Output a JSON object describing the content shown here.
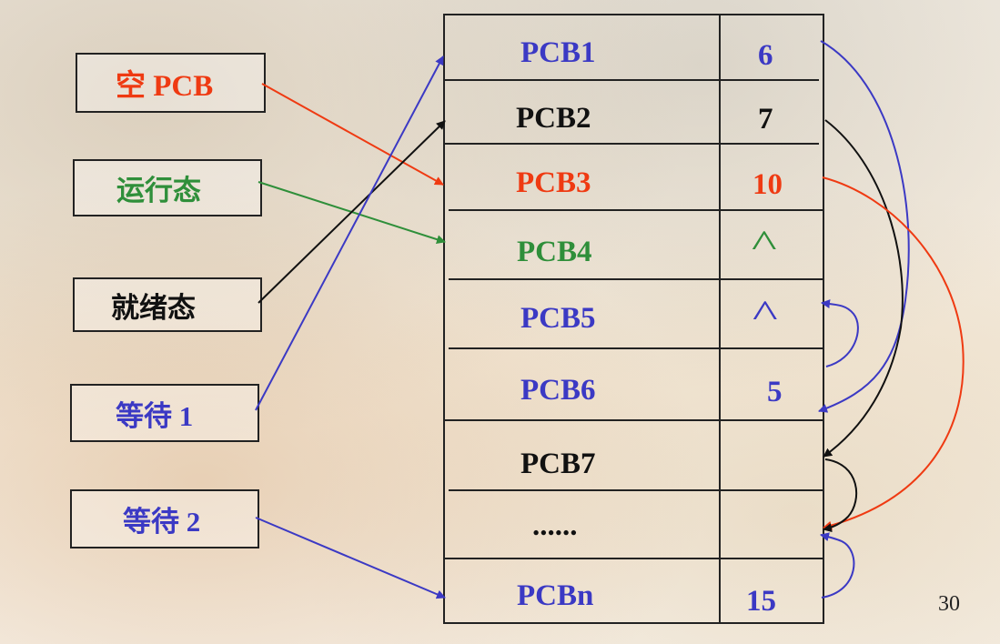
{
  "colors": {
    "blue": "#3b39c4",
    "red": "#ef3a12",
    "green": "#2f8f3a",
    "black": "#111111"
  },
  "left_labels": {
    "empty": "空 PCB",
    "running": "运行态",
    "ready": "就绪态",
    "wait1": "等待 1",
    "wait2": "等待 2"
  },
  "pcb_table": [
    {
      "name": "PCB1",
      "next": "6"
    },
    {
      "name": "PCB2",
      "next": "7"
    },
    {
      "name": "PCB3",
      "next": "10"
    },
    {
      "name": "PCB4",
      "next": "^"
    },
    {
      "name": "PCB5",
      "next": "^"
    },
    {
      "name": "PCB6",
      "next": "5"
    },
    {
      "name": "PCB7",
      "next": ""
    },
    {
      "name": "......",
      "next": ""
    },
    {
      "name": "PCBn",
      "next": "15"
    }
  ],
  "page_number": "30"
}
